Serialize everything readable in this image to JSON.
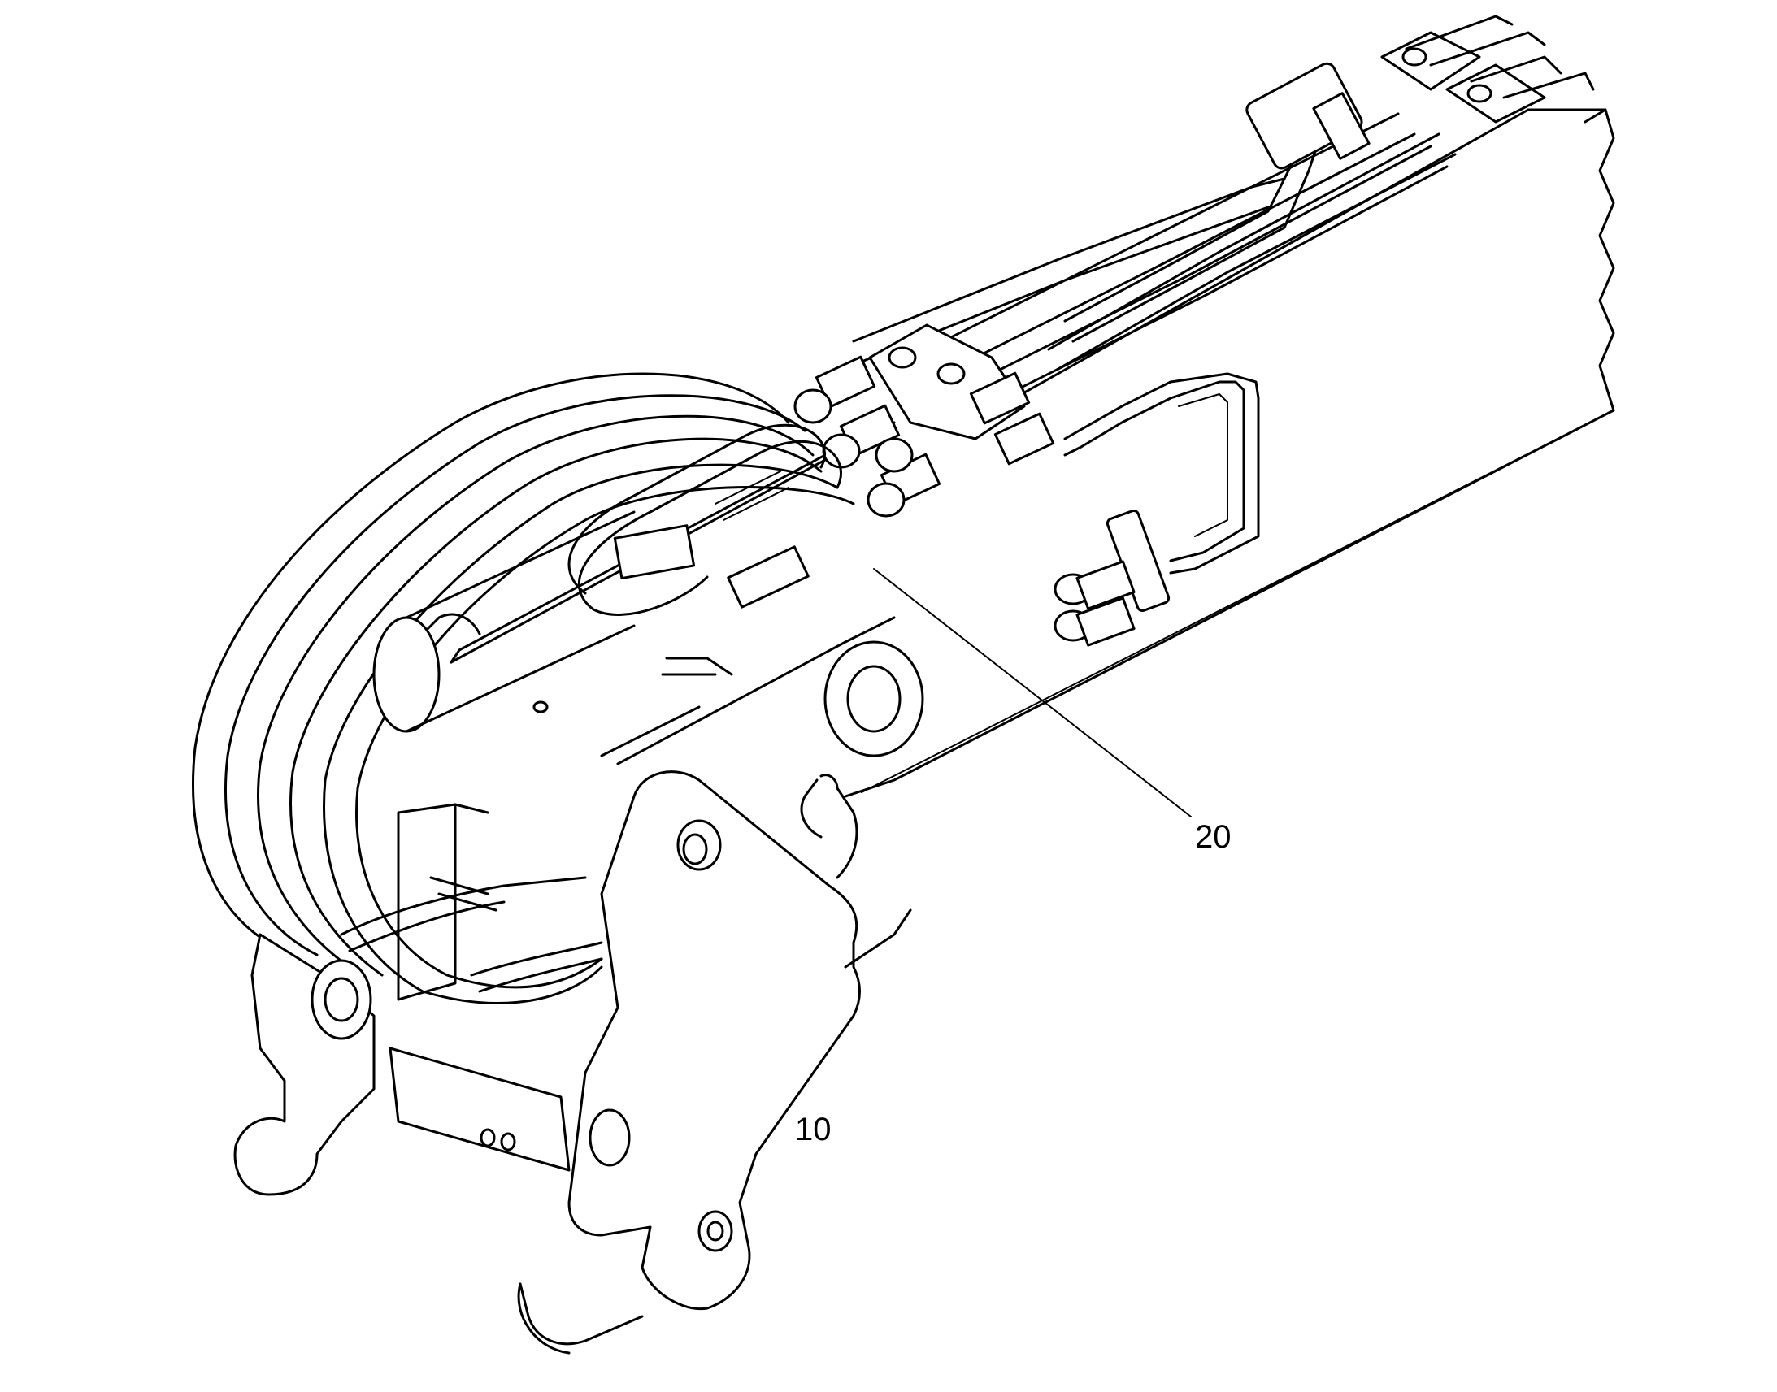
{
  "callouts": [
    {
      "id": "callout-10",
      "label": "10"
    },
    {
      "id": "callout-20",
      "label": "20"
    }
  ],
  "colors": {
    "line": "#000000",
    "background": "#ffffff"
  }
}
